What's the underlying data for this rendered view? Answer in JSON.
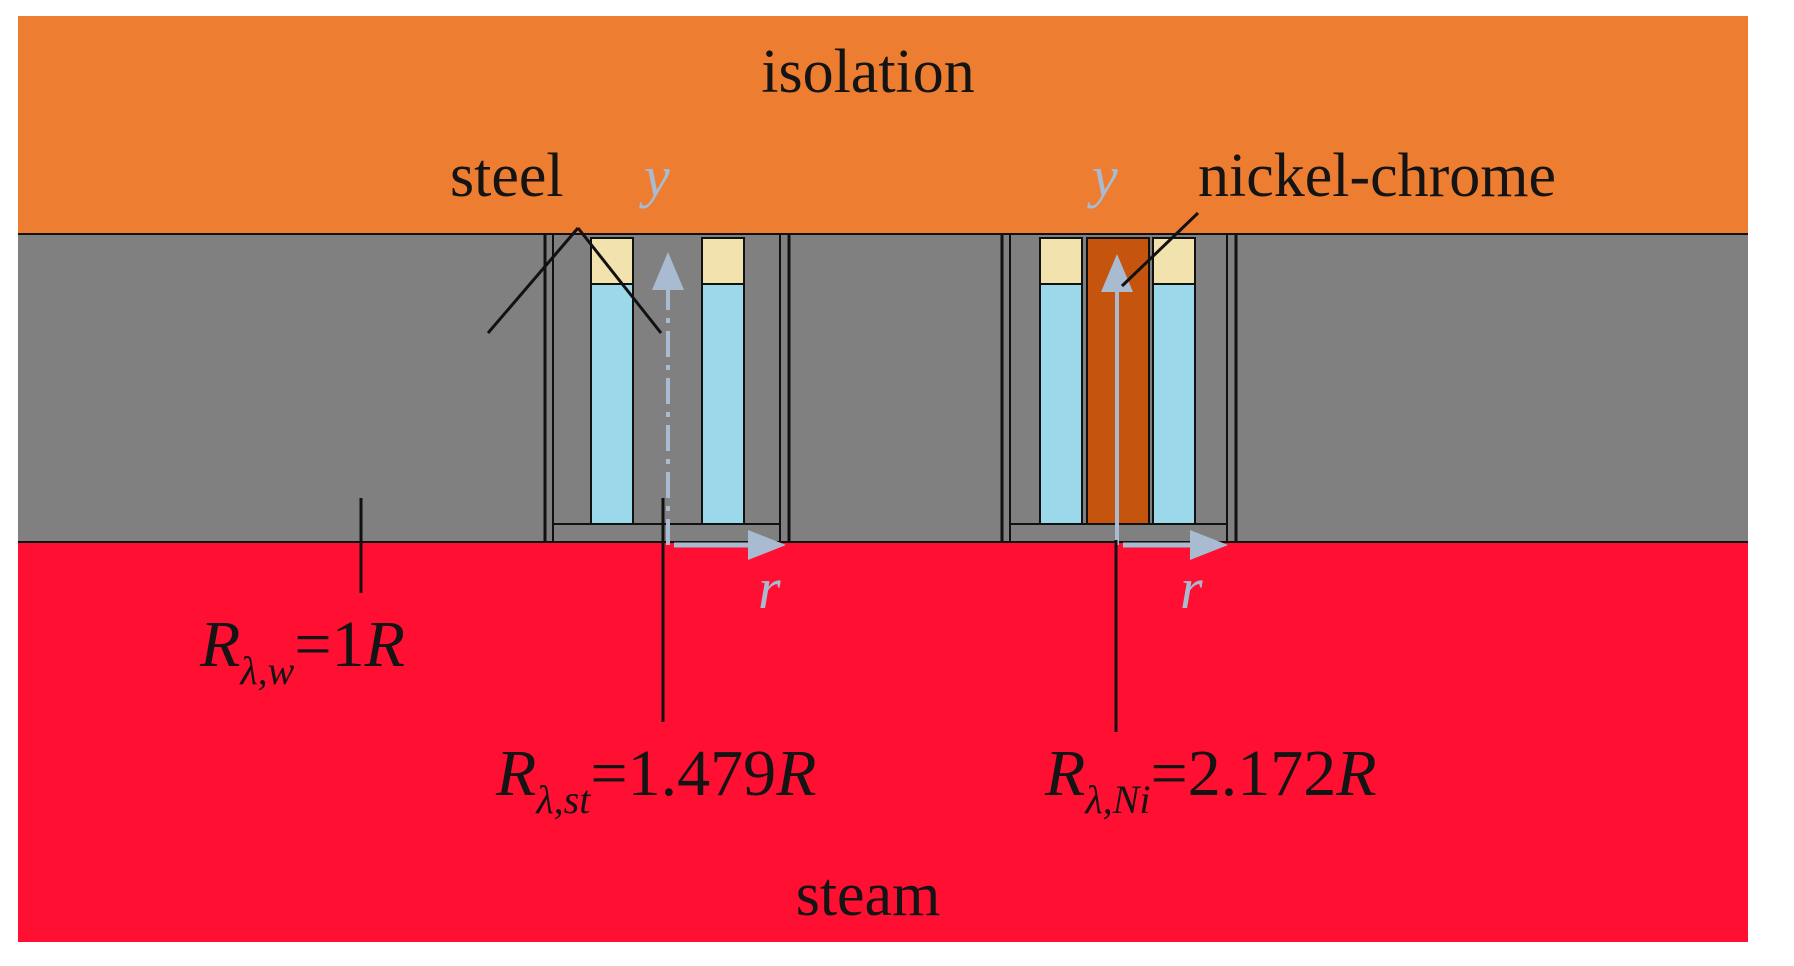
{
  "regions": {
    "top_label": "isolation",
    "bottom_label": "steam"
  },
  "materials": {
    "steel_label": "steel",
    "nickel_label": "nickel-chrome"
  },
  "axes": {
    "left": {
      "y": "y",
      "r": "r"
    },
    "right": {
      "y": "y",
      "r": "r"
    }
  },
  "resistances": {
    "wall": {
      "symbol": "R",
      "subscript": "λ,w",
      "equals": "=",
      "value": "1",
      "unit": "R"
    },
    "steel": {
      "symbol": "R",
      "subscript": "λ,st",
      "equals": "=",
      "value": "1.479",
      "unit": "R"
    },
    "nickel": {
      "symbol": "R",
      "subscript": "λ,Ni",
      "equals": "=",
      "value": "2.172",
      "unit": "R"
    }
  },
  "colors": {
    "isolation": "#ED7D31",
    "steam": "#FF0F32",
    "wall": "#808080",
    "water_blue": "#9AD8EA",
    "cap_beige": "#F2E2AE",
    "nickel_chrome": "#C5550E",
    "axis": "#A9BBD0",
    "text": "#141414"
  }
}
